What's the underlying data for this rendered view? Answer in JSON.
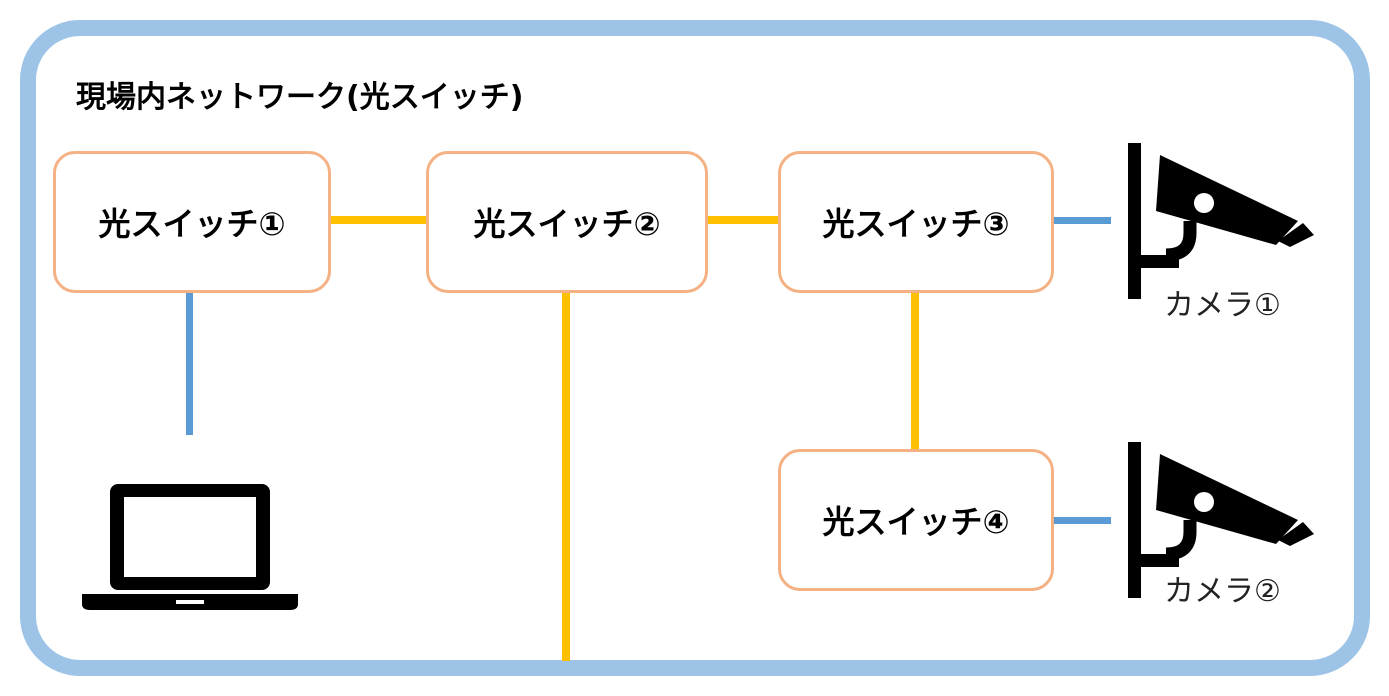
{
  "title": "現場内ネットワーク(光スイッチ)",
  "switches": [
    {
      "label": "光スイッチ①"
    },
    {
      "label": "光スイッチ②"
    },
    {
      "label": "光スイッチ③"
    },
    {
      "label": "光スイッチ④"
    }
  ],
  "cameras": [
    {
      "label": "カメラ①",
      "icon": "security-camera-icon"
    },
    {
      "label": "カメラ②",
      "icon": "security-camera-icon"
    }
  ],
  "devices": {
    "laptop_icon": "laptop-icon"
  },
  "colors": {
    "frame": "#9dc3e6",
    "switch_border": "#f4b183",
    "fiber_link": "#ffc000",
    "lan_link": "#5b9bd5"
  }
}
